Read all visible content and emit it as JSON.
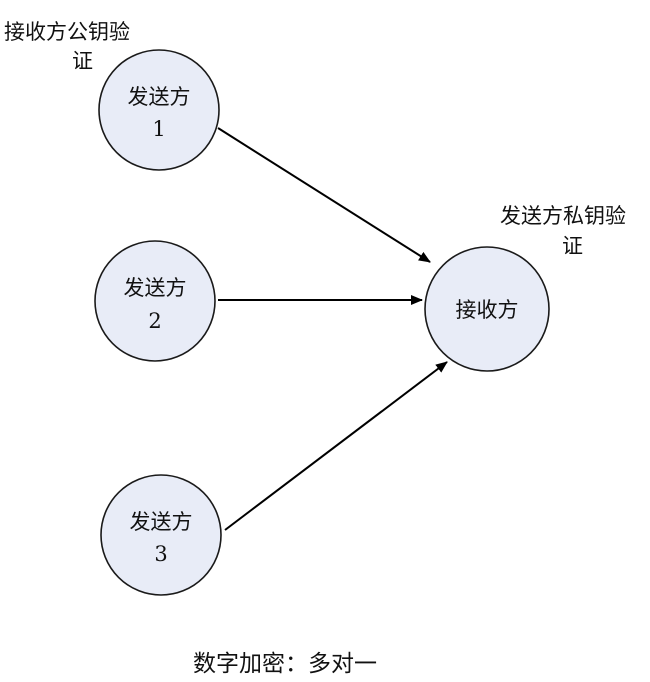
{
  "nodes": {
    "sender1": {
      "line1": "发送方",
      "line2": "1"
    },
    "sender2": {
      "line1": "发送方",
      "line2": "2"
    },
    "sender3": {
      "line1": "发送方",
      "line2": "3"
    },
    "receiver": {
      "label": "接收方"
    }
  },
  "notes": {
    "top_left": {
      "line1": "接收方公钥验",
      "line2": "证"
    },
    "receiver_note": {
      "line1": "发送方私钥验",
      "line2": "证"
    }
  },
  "caption": "数字加密：多对一",
  "colors": {
    "node_fill": "#e8ecf7",
    "stroke": "#1a1a1a",
    "arrow": "#000000"
  }
}
